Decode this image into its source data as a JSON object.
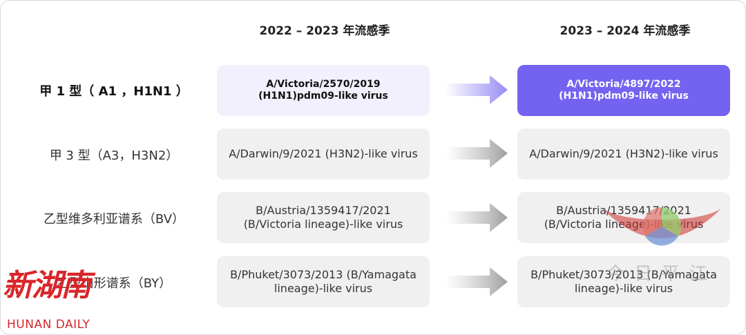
{
  "columns": {
    "left_header": "2022 – 2023 年流感季",
    "right_header": "2023 – 2024 年流感季"
  },
  "rows": [
    {
      "label": "甲 1 型（ A1 ，H1N1 ）",
      "left": "A/Victoria/2570/2019 (H1N1)pdm09-like virus",
      "right": "A/Victoria/4897/2022 (H1N1)pdm09-like virus",
      "arrow_color": "#8b7ff2"
    },
    {
      "label": "甲 3 型（A3，H3N2）",
      "left": "A/Darwin/9/2021 (H3N2)-like virus",
      "right": "A/Darwin/9/2021 (H3N2)-like virus",
      "arrow_color": "#bdbdbd"
    },
    {
      "label": "乙型维多利亚谱系（BV）",
      "left": "B/Austria/1359417/2021 (B/Victoria lineage)-like virus",
      "right": "B/Austria/1359417/2021 (B/Victoria lineage)-like virus",
      "arrow_color": "#bdbdbd"
    },
    {
      "label": "乙型山形谱系（BY）",
      "left": "B/Phuket/3073/2013 (B/Yamagata lineage)-like virus",
      "right": "B/Phuket/3073/2013 (B/Yamagata lineage)-like virus",
      "arrow_color": "#bdbdbd"
    }
  ],
  "watermarks": {
    "left_cn": "新湖南",
    "left_en": "HUNAN DAILY",
    "right_cn": "今日平江"
  },
  "colors": {
    "accent_purple": "#7463f0",
    "light_purple": "#f2f0fd",
    "gray_box": "#f0f0f0",
    "brand_red": "#d8262a"
  }
}
